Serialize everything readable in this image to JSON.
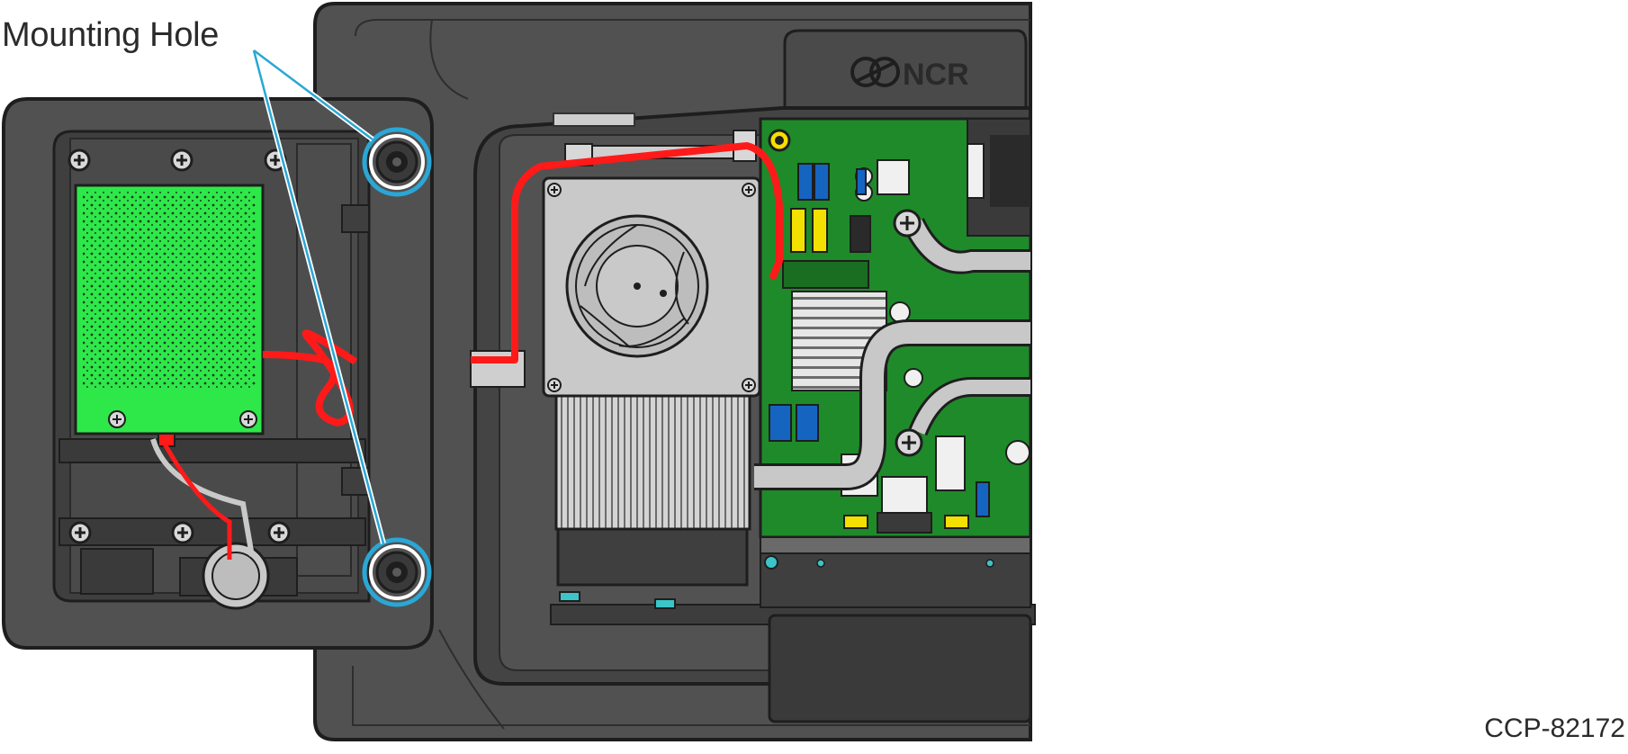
{
  "callout": {
    "label": "Mounting Hole"
  },
  "brand": {
    "logo_text": "NCR"
  },
  "figure": {
    "id": "CCP-82172"
  },
  "colors": {
    "housing": "#515151",
    "housing_dark": "#3a3a3a",
    "pcb_green": "#1f8a2a",
    "bright_green": "#2ee84a",
    "cable_red": "#ff1a1a",
    "heatsink_gray": "#bdbdbd",
    "callout_blue": "#2aa7d6",
    "connector_yellow": "#f4e000",
    "connector_blue": "#1565c0"
  },
  "icons": [
    "mounting-hole-icon",
    "screw-icon",
    "fan-icon",
    "speaker-icon",
    "ncr-logo-icon"
  ]
}
